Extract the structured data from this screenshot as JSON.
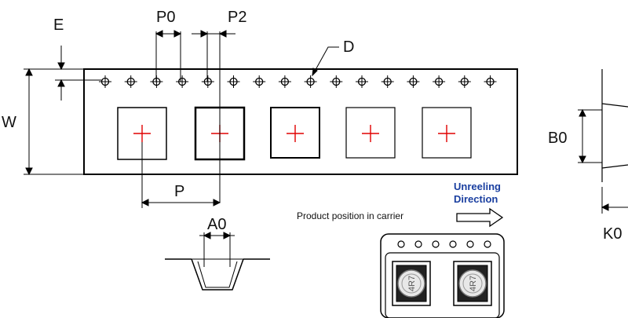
{
  "labels": {
    "E": "E",
    "P0": "P0",
    "P2": "P2",
    "D": "D",
    "W": "W",
    "P": "P",
    "A0": "A0",
    "B0": "B0",
    "K0": "K0"
  },
  "notes": {
    "unreeling_line1": "Unreeling",
    "unreeling_line2": "Direction",
    "product_position": "Product position in carrier"
  },
  "carrier": {
    "chip_marking": "4R7"
  },
  "colors": {
    "line": "#000000",
    "crosshair": "#e00000",
    "direction_text": "#1a3fa0"
  }
}
